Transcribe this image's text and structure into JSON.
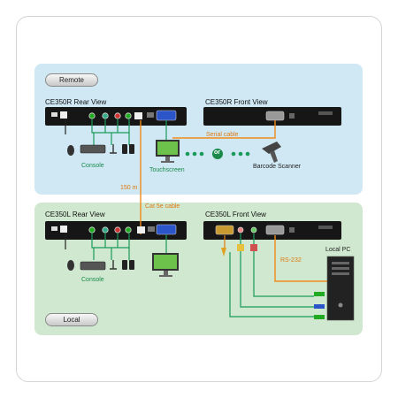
{
  "zones": {
    "remote_label": "Remote",
    "local_label": "Local"
  },
  "views": {
    "remote_rear": "CE350R Rear View",
    "remote_front": "CE350R Front View",
    "local_rear": "CE350L Rear View",
    "local_front": "CE350L  Front View"
  },
  "devices": {
    "console_remote": "Console",
    "touchscreen": "Touchscreen",
    "or": "or",
    "barcode": "Barcode Scanner",
    "console_local": "Console",
    "local_pc": "Local PC"
  },
  "cables": {
    "serial": "Serial cable",
    "distance": "150 m",
    "cat5e": "Cat 5e cable",
    "rs232": "RS-232"
  },
  "colors": {
    "remote_bg": "#cfe8f4",
    "local_bg": "#cfe8cf",
    "green_cable": "#1a9a5a",
    "orange_cable": "#f08a1a"
  }
}
